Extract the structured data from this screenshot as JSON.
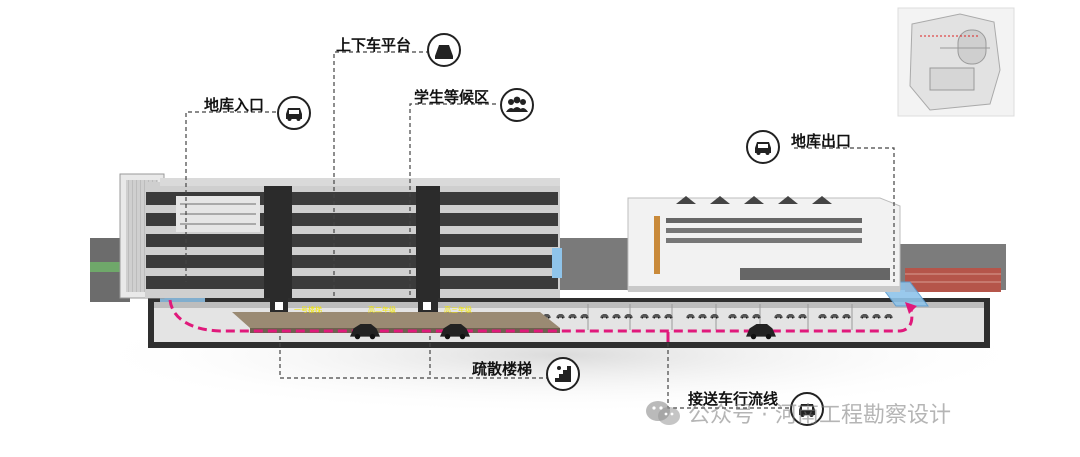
{
  "labels": {
    "platform": "上下车平台",
    "garage_entrance": "地库入口",
    "waiting_area": "学生等候区",
    "garage_exit": "地库出口",
    "evacuation_stairs": "疏散楼梯",
    "shuttle_route": "接送车行流线"
  },
  "stair_tags": [
    "一号楼梯",
    "高二年级",
    "高三年级"
  ],
  "watermark": "公众号 · 河南工程勘察设计",
  "colors": {
    "route": "#e0197b",
    "stair_tag": "#f2e600",
    "blue_zone": "#8fc4ea",
    "building_dark": "#3b3b3b",
    "track_red": "#b5554a"
  },
  "icons": {
    "platform": "platform-icon",
    "garage_entrance": "car-icon",
    "waiting_area": "people-icon",
    "garage_exit": "car-icon",
    "evacuation_stairs": "stairs-icon",
    "shuttle_route": "car-icon"
  }
}
